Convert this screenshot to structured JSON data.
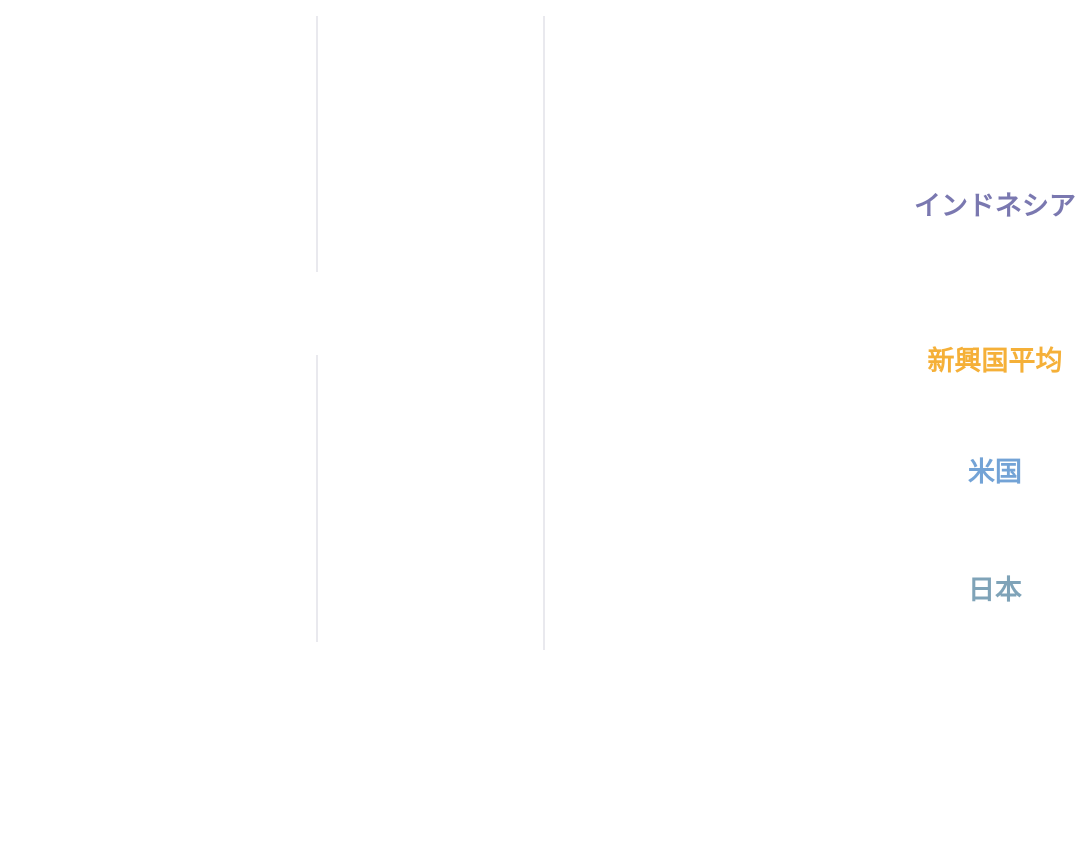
{
  "chart_data": {
    "type": "line",
    "title": "",
    "xlabel": "",
    "ylabel": "",
    "grid": true,
    "series": [
      {
        "name": "インドネシア",
        "color": "#7a78b0"
      },
      {
        "name": "新興国平均",
        "color": "#f5b038"
      },
      {
        "name": "米国",
        "color": "#73a3d6"
      },
      {
        "name": "日本",
        "color": "#7fa3b8"
      }
    ]
  }
}
